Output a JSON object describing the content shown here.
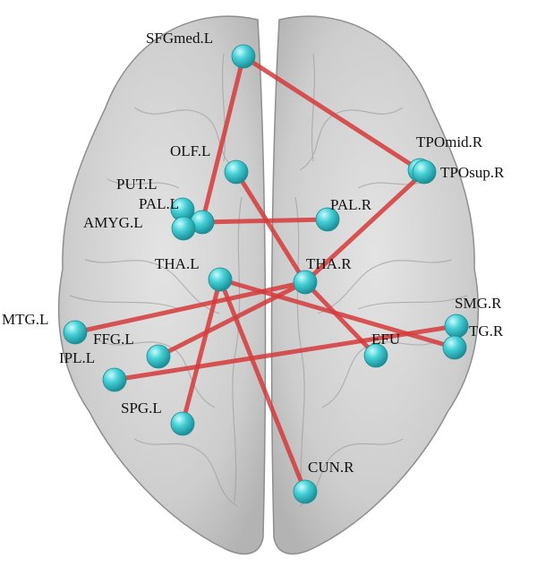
{
  "colors": {
    "background": "#ffffff",
    "hemisphere_fill": "#cfcfcf",
    "hemisphere_stroke": "#8e8e8e",
    "gyrus_line": "#9d9d9d",
    "edge": "#d63b3b",
    "node": "#2fc0c7",
    "node_highlight": "#c9fbfd"
  },
  "regions": {
    "sfgmed_l": "SFGmed.L",
    "olf_l": "OLF.L",
    "put_l": "PUT.L",
    "pal_l": "PAL.L",
    "amyg_l": "AMYG.L",
    "tpomid_r": "TPOmid.R",
    "tposup_r": "TPOsup.R",
    "pal_r": "PAL.R",
    "tha_l": "THA.L",
    "tha_r": "THA.R",
    "smg_r": "SMG.R",
    "tg_r": "TG.R",
    "mtg_l": "MTG.L",
    "ffg_l": "FFG.L",
    "efu": "EFU",
    "ipl_l": "IPL.L",
    "spg_l": "SPG.L",
    "cun_r": "CUN.R"
  },
  "connections": [
    [
      "sfgmed_l",
      "tpomid_r"
    ],
    [
      "sfgmed_l",
      "pal_l"
    ],
    [
      "olf_l",
      "tha_r"
    ],
    [
      "pal_l",
      "pal_r"
    ],
    [
      "tposup_r",
      "tha_r"
    ],
    [
      "tha_r",
      "mtg_l"
    ],
    [
      "tha_r",
      "efu"
    ],
    [
      "tha_r",
      "ffg_l"
    ],
    [
      "tha_l",
      "tg_r"
    ],
    [
      "tha_l",
      "spg_l"
    ],
    [
      "tha_l",
      "cun_r"
    ],
    [
      "ipl_l",
      "smg_r"
    ]
  ]
}
